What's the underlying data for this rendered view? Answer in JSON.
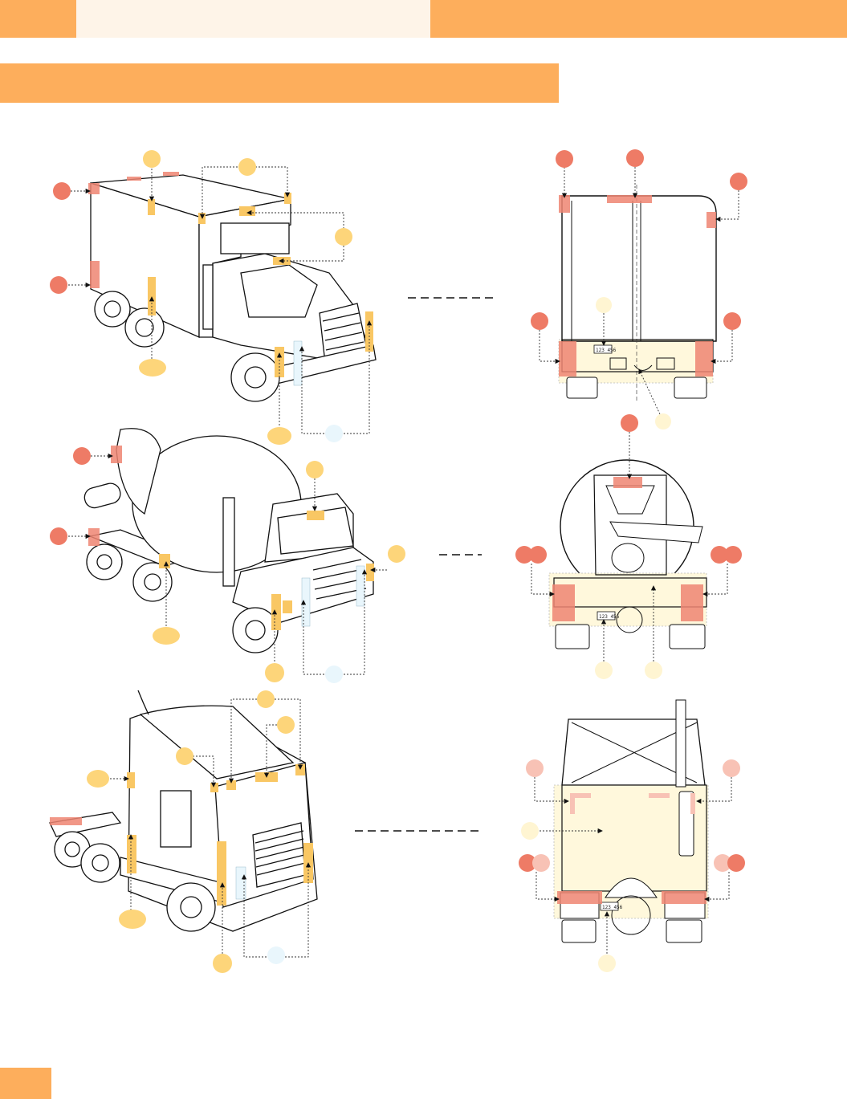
{
  "colors": {
    "orange_band": "#fdae5c",
    "cream_band": "#fef4e8",
    "red_marker": "#ee7b66",
    "yellow_marker": "#fdd57a",
    "light_yellow_marker": "#fff5d2",
    "light_blue_marker": "#e9f6fc",
    "pink_marker": "#f8c2b5",
    "red_tape": "#ef8572",
    "yellow_tape": "#f9c764",
    "highlight_zone": "#fff8dc"
  },
  "plates": {
    "box_truck_rear": "123 456",
    "mixer_rear": "123 456",
    "tractor_rear": "123 456"
  },
  "icons": {
    "callout": "circle-marker",
    "pointer": "arrowhead"
  }
}
